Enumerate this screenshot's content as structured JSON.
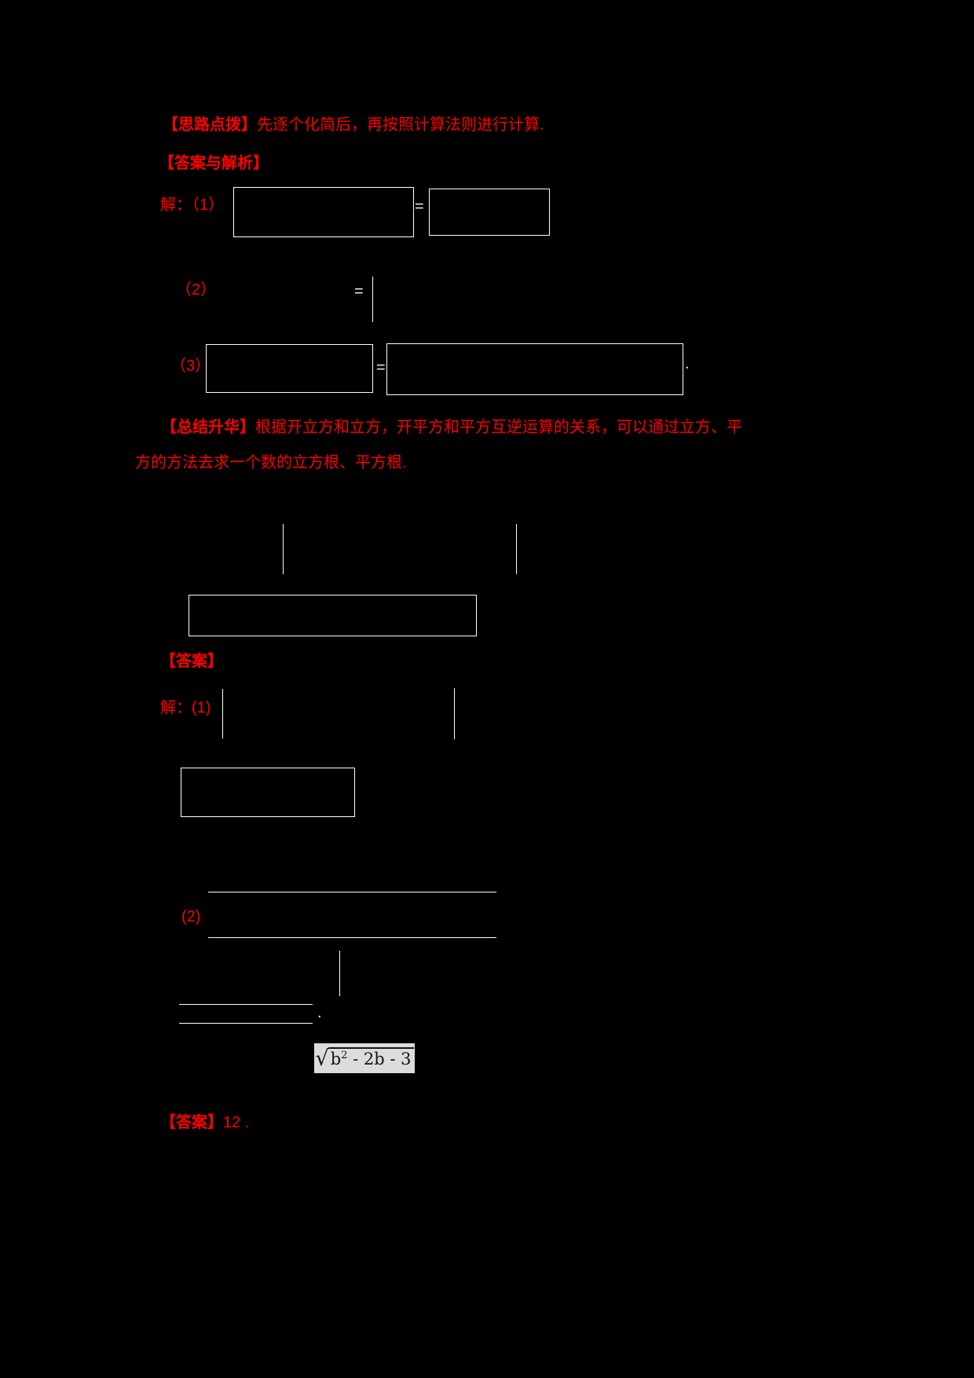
{
  "colors": {
    "background": "#000000",
    "accent_red": "#ff0000",
    "line_white": "#ffffff",
    "formula_image_bg": "#dcdcdc",
    "formula_image_text": "#141414"
  },
  "document": {
    "hint": {
      "label": "【思路点拨】",
      "text": "先逐个化简后，再按照计算法则进行计算."
    },
    "answer_analysis_heading": "【答案与解析】",
    "solution1": {
      "prefix": "解：（1）",
      "equals": "="
    },
    "part2": {
      "prefix": "（2）",
      "equals": "="
    },
    "part3": {
      "prefix": "（3）",
      "equals": "=",
      "period": "."
    },
    "summary": {
      "label": "【总结升华】",
      "line1": "根据开立方和立方，开平方和平方互逆运算的关系，可以通过立方、平",
      "line2": "方的方法去求一个数的立方根、平方根."
    },
    "answer_heading": "【答案】",
    "solution2": {
      "prefix": "解：(1)"
    },
    "part2b": {
      "prefix": "(2)",
      "period": "."
    },
    "radical_formula": {
      "sign": "√",
      "base": "b",
      "exponent": "2",
      "rest": " - 2b - 3"
    },
    "final_answer": {
      "label": "【答案】",
      "value": "12 ."
    }
  }
}
